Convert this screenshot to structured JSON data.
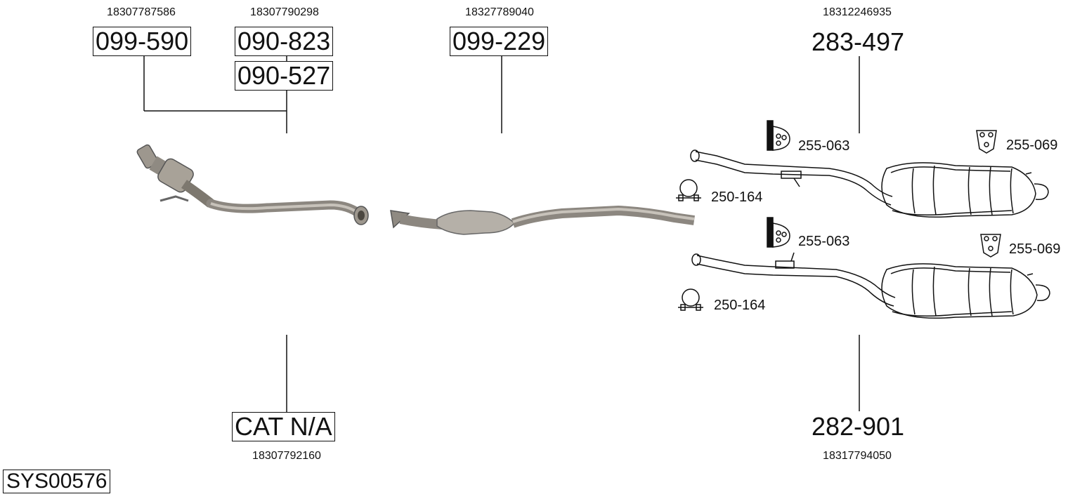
{
  "parts": {
    "front_pipe": {
      "oem_a": "18307787586",
      "oem_b": "18307790298",
      "part_a": "099-590",
      "part_b": "090-823",
      "part_c": "090-527"
    },
    "catalyst": {
      "oem": "18327789040",
      "part": "099-229"
    },
    "cat_na": {
      "label": "CAT N/A",
      "oem": "18307792160"
    },
    "rear_upper": {
      "oem": "18312246935",
      "part": "283-497"
    },
    "rear_lower": {
      "part": "282-901",
      "oem": "18317794050"
    }
  },
  "accessories": {
    "upper_hanger": "255-063",
    "upper_rubber": "255-069",
    "upper_clamp": "250-164",
    "lower_hanger": "255-063",
    "lower_rubber": "255-069",
    "lower_clamp": "250-164"
  },
  "system_id": "SYS00576",
  "colors": {
    "metal_light": "#b9b4ac",
    "metal_dark": "#6f6a62",
    "line": "#111111"
  }
}
